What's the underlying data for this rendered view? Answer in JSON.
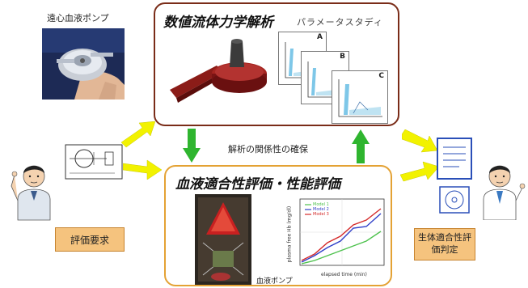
{
  "labels": {
    "pump_photo_caption": "遠心血液ポンプ",
    "cfd_title": "数値流体力学解析",
    "param_study": "パラメータスタディ",
    "panel_a": "A",
    "panel_b": "B",
    "panel_c": "C",
    "relation": "解析の関係性の確保",
    "eval_title": "血液適合性評価・性能評価",
    "blood_pump": "血液ポンプ",
    "eval_request": "評価要求",
    "bio_judgement": "生体適合性評価判定"
  },
  "graph": {
    "legend": [
      "Model 1",
      "Model 2",
      "Model 3"
    ],
    "xlabel": "elapsed time (min)",
    "ylabel": "plasma free Hb (mg/dl)"
  },
  "colors": {
    "cfd_border": "#7a2c18",
    "eval_border": "#e4a234",
    "yellow_arrow": "#f2f200",
    "green_arrow": "#2fb52f",
    "label_fill": "#f5c37e"
  }
}
